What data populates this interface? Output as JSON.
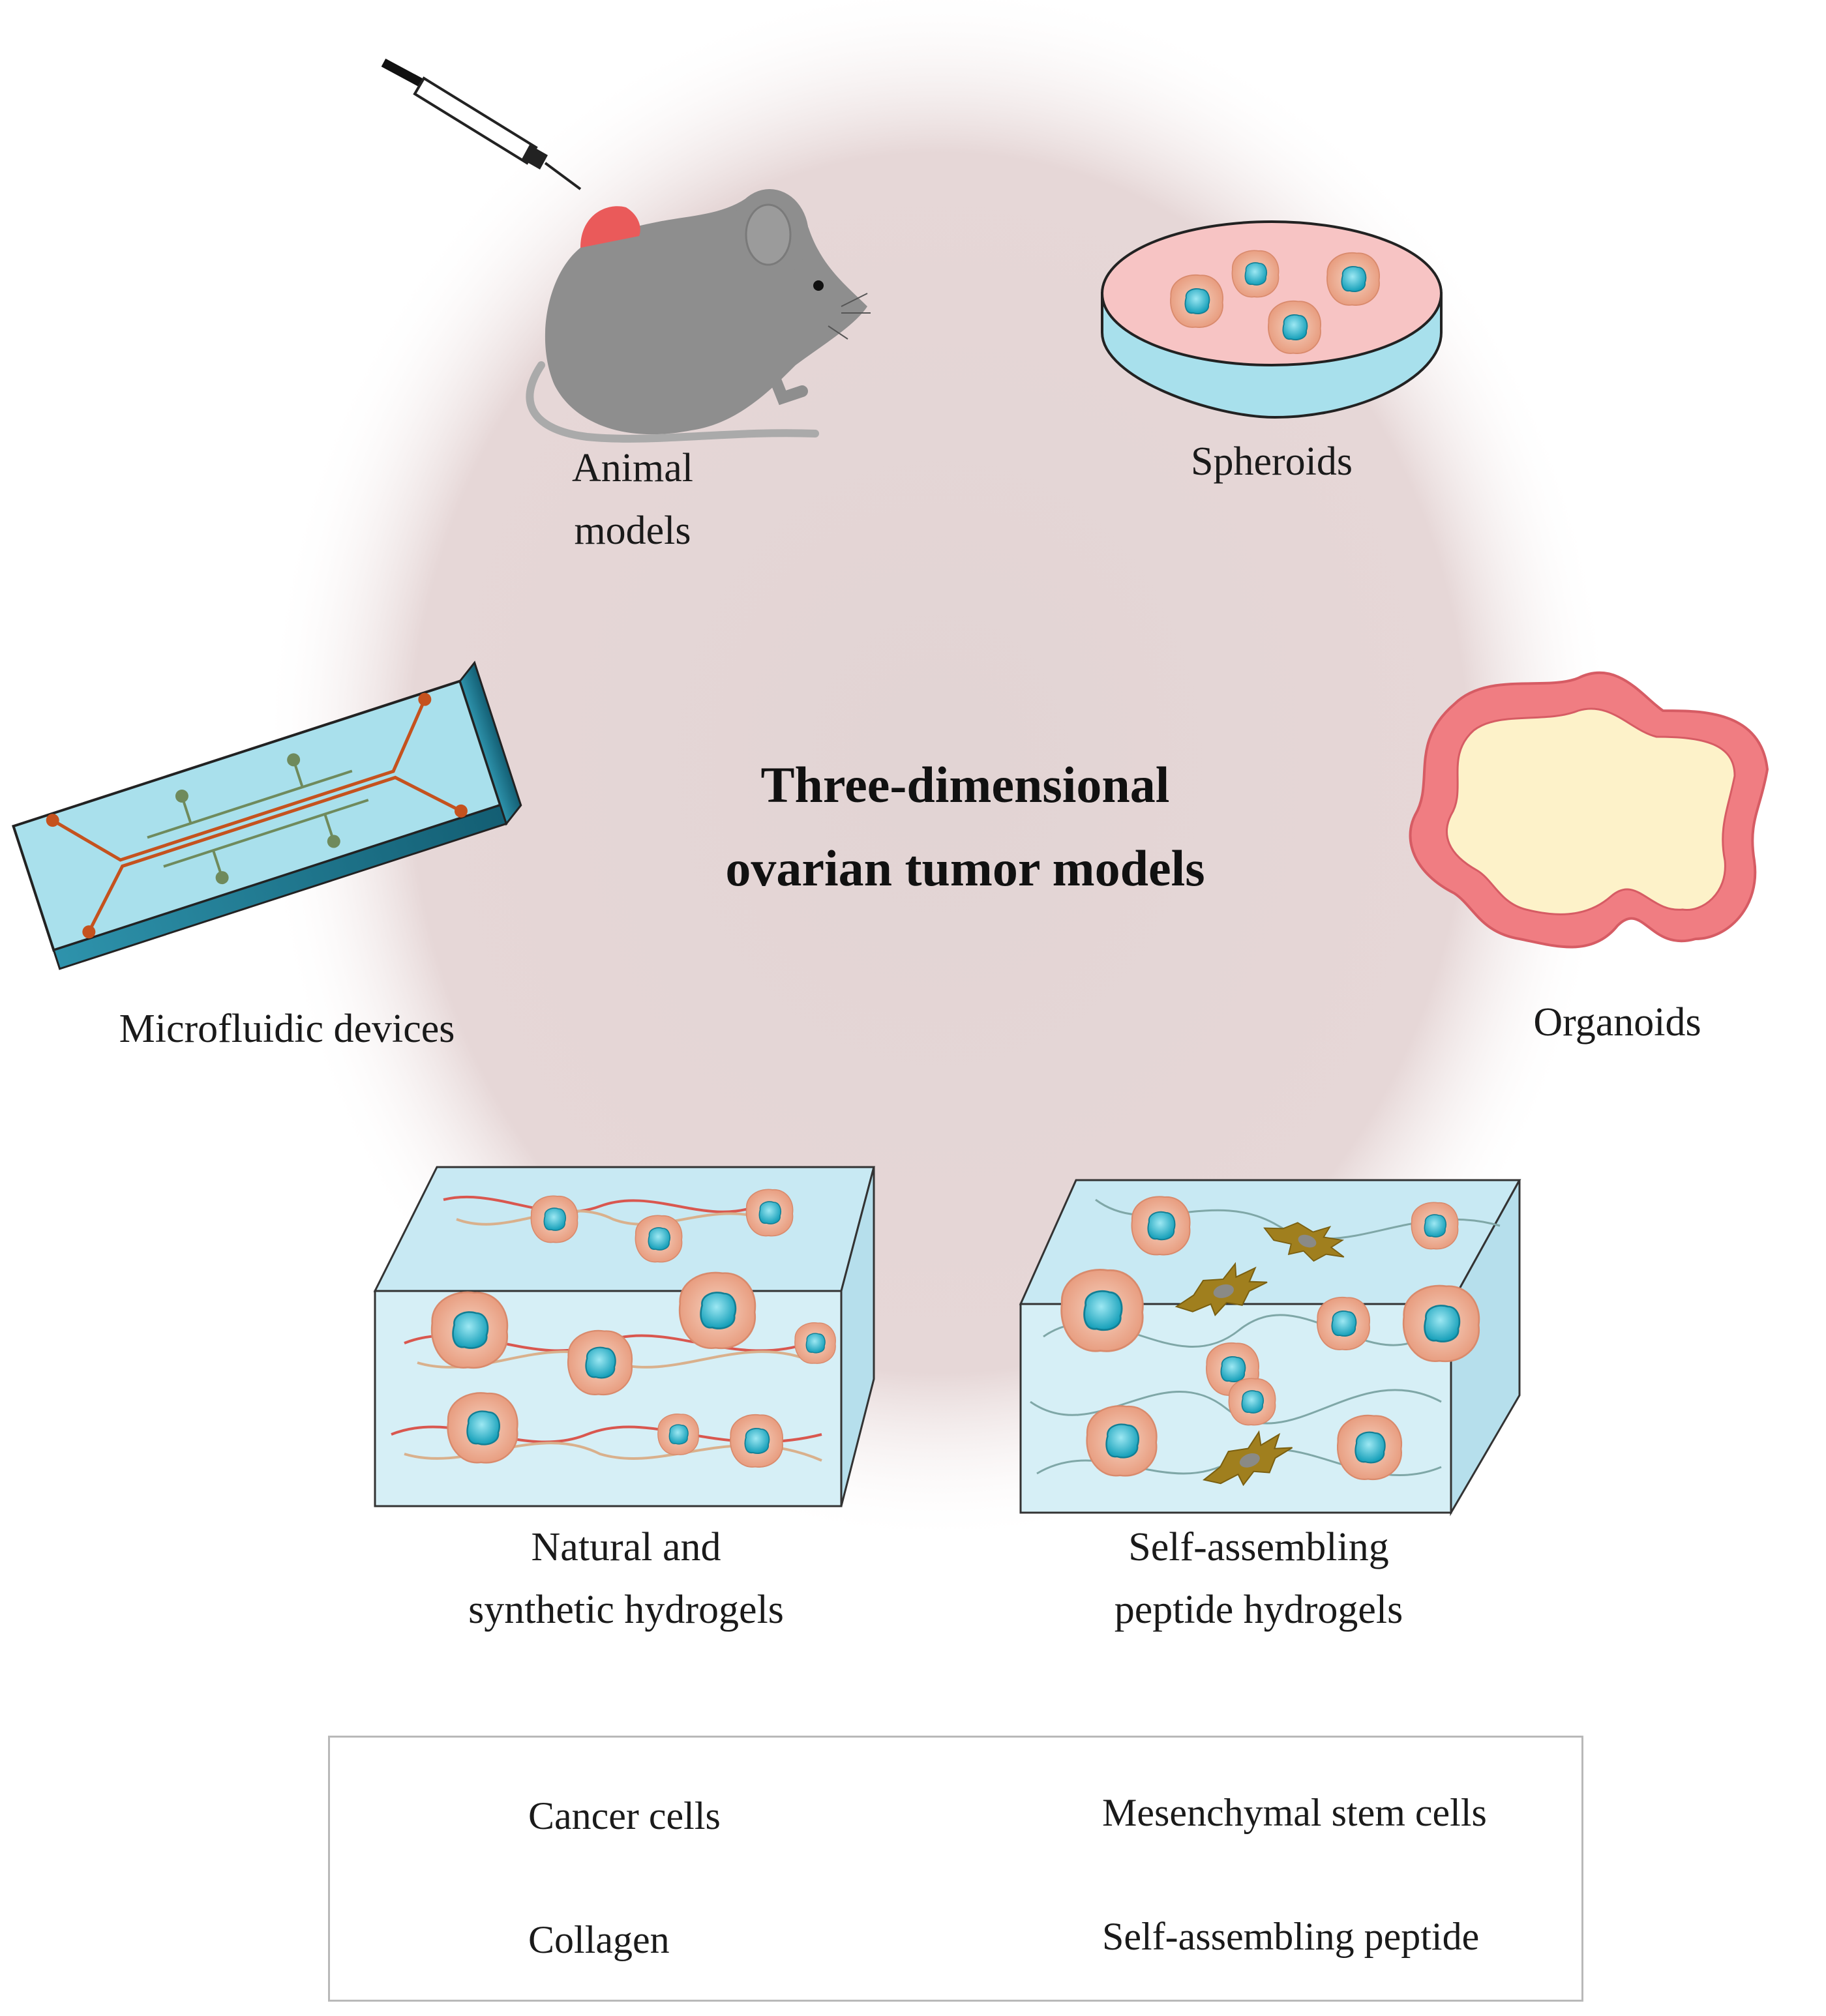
{
  "title": [
    "Three-dimensional",
    "ovarian tumor models"
  ],
  "models": {
    "animal": [
      "Animal",
      "models"
    ],
    "spheroids": [
      "Spheroids"
    ],
    "microfluidic": [
      "Microfluidic devices"
    ],
    "organoids": [
      "Organoids"
    ],
    "natural_hydrogels": [
      "Natural and",
      "synthetic hydrogels"
    ],
    "peptide_hydrogels": [
      "Self-assembling",
      "peptide hydrogels"
    ]
  },
  "legend": {
    "cancer_cells": "Cancer cells",
    "collagen": "Collagen",
    "msc": "Mesenchymal stem cells",
    "peptide": "Self-assembling peptide"
  },
  "colors": {
    "background_glow": "#e6d6d6",
    "cancer_cell": "#efb59c",
    "nucleus": "#2fb6cd",
    "hydrogel": "#c8e9f3",
    "msc": "#9a7a1a",
    "collagen_red": "#d9574f",
    "collagen_tan": "#d9b08c",
    "peptide": "#7fa7a7",
    "organoid_edge": "#f07d82",
    "organoid_lumen": "#fdf2c9",
    "chip_channel": "#c5521e",
    "chip_green": "#6f8a5c",
    "mouse": "#8e8e8e",
    "tumor": "#ea5a5a"
  }
}
